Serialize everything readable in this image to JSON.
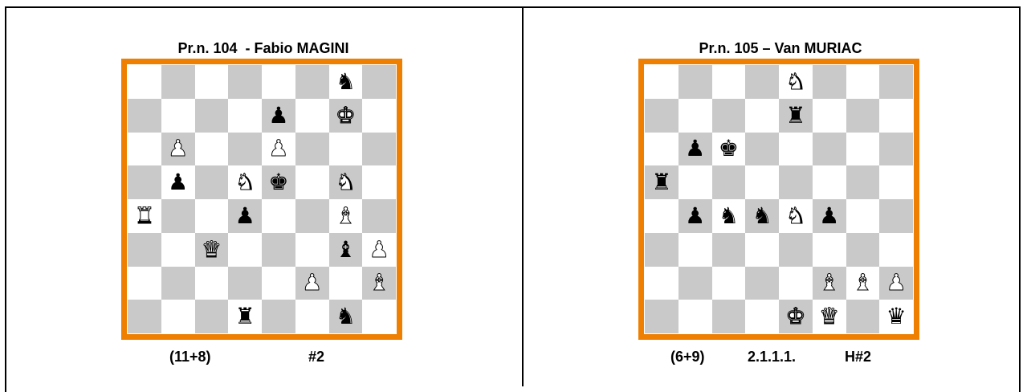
{
  "problems": [
    {
      "title": "Pr.n. 104  - Fabio MAGINI",
      "pieces_count": "(11+8)",
      "stipulation": "#2",
      "twins": "",
      "board": [
        [
          "",
          "",
          "",
          "",
          "",
          "",
          "bN",
          ""
        ],
        [
          "",
          "",
          "",
          "",
          "bP",
          "",
          "wK",
          ""
        ],
        [
          "",
          "wP",
          "",
          "",
          "wP",
          "",
          "",
          ""
        ],
        [
          "",
          "bP",
          "",
          "wN",
          "bK",
          "",
          "wN",
          ""
        ],
        [
          "wR",
          "",
          "",
          "bP",
          "",
          "",
          "wB",
          ""
        ],
        [
          "",
          "",
          "wQ",
          "",
          "",
          "",
          "bB",
          "wP"
        ],
        [
          "",
          "",
          "",
          "",
          "",
          "wP",
          "",
          "wB"
        ],
        [
          "",
          "",
          "",
          "bR",
          "",
          "",
          "bN",
          ""
        ]
      ]
    },
    {
      "title": "Pr.n. 105 – Van MURIAC",
      "pieces_count": "(6+9)",
      "stipulation": "H#2",
      "twins": "2.1.1.1.",
      "board": [
        [
          "",
          "",
          "",
          "",
          "wN",
          "",
          "",
          ""
        ],
        [
          "",
          "",
          "",
          "",
          "bR",
          "",
          "",
          ""
        ],
        [
          "",
          "bP",
          "bK",
          "",
          "",
          "",
          "",
          ""
        ],
        [
          "bR",
          "",
          "",
          "",
          "",
          "",
          "",
          ""
        ],
        [
          "",
          "bP",
          "bN",
          "bN",
          "wN",
          "bP",
          "",
          ""
        ],
        [
          "",
          "",
          "",
          "",
          "",
          "",
          "",
          ""
        ],
        [
          "",
          "",
          "",
          "",
          "",
          "wB",
          "wB",
          "wP"
        ],
        [
          "",
          "",
          "",
          "",
          "wK",
          "wQ",
          "",
          "bQ"
        ]
      ]
    }
  ]
}
